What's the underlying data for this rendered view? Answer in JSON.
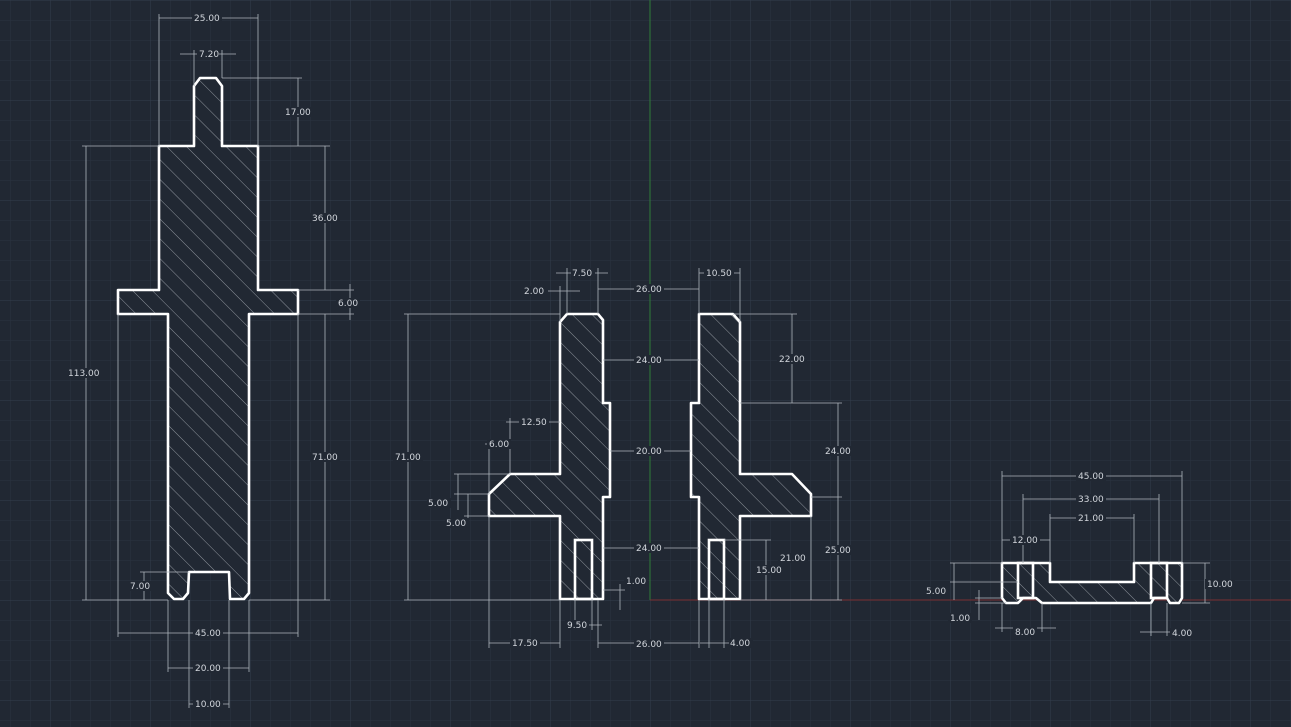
{
  "colors": {
    "background": "#212833",
    "grid_minor": "#2a3340",
    "grid_major": "#343e4c",
    "axis_y": "#2e7d3a",
    "axis_x": "#7a2f33",
    "part_outline": "#ffffff",
    "dimension": "#aeb4bc"
  },
  "drawing": {
    "part1": {
      "dim_top_width": "25.00",
      "dim_tip_width": "7.20",
      "dim_tip_height": "17.00",
      "dim_upper_height": "36.00",
      "dim_flange_thickness": "6.00",
      "dim_total_height": "113.00",
      "dim_lower_height": "71.00",
      "dim_notch_depth": "7.00",
      "dim_flange_width": "45.00",
      "dim_stem_width": "20.00",
      "dim_notch_width": "10.00"
    },
    "part2": {
      "dim_top_offset": "7.50",
      "dim_chamfer": "2.00",
      "dim_total_height": "71.00",
      "dim_step": "12.50",
      "dim_arm_offset": "6.00",
      "dim_arm_chamfer_v": "5.00",
      "dim_arm_chamfer_h": "5.00",
      "dim_slot_gap": "9.50",
      "dim_slot_bottom": "1.00",
      "dim_bottom_offset": "17.50"
    },
    "part3": {
      "dim_top_width": "10.50",
      "dim_upper_height": "22.00",
      "dim_mid_height": "24.00",
      "dim_lower_height": "25.00",
      "dim_arm_height": "21.00",
      "dim_slot_height": "15.00",
      "dim_slot_width": "4.00"
    },
    "between": {
      "dim_top_gap": "26.00",
      "dim_upper_gap": "24.00",
      "dim_mid_gap": "20.00",
      "dim_lower_gap": "24.00",
      "dim_bottom_gap": "26.00"
    },
    "part4": {
      "dim_total_width": "45.00",
      "dim_inner_width": "33.00",
      "dim_channel_width": "21.00",
      "dim_lip_width": "12.00",
      "dim_height": "10.00",
      "dim_left_height": "5.00",
      "dim_chamfer": "1.00",
      "dim_left_gap": "8.00",
      "dim_right_slot": "4.00"
    }
  }
}
